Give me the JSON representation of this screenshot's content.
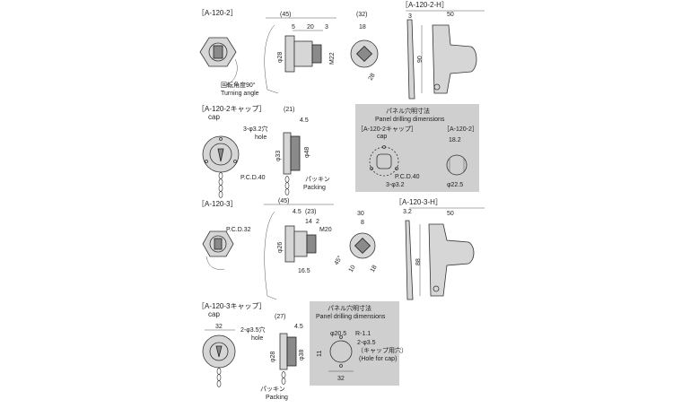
{
  "sections": {
    "a1202": "［A-120-2］",
    "a1202h": "［A-120-2-H］",
    "a1202cap": "［A-120-2キャップ］",
    "a1202cap_en": "cap",
    "a1203": "［A-120-3］",
    "a1203h": "［A-120-3-H］",
    "a1203cap": "［A-120-3キャップ］",
    "a1203cap_en": "cap"
  },
  "dims_a1202": {
    "d45": "(45)",
    "d5": "5",
    "d20": "20",
    "d3": "3",
    "d28": "φ28",
    "m22": "M22",
    "d32": "(32)",
    "d18": "18",
    "d28b": "28"
  },
  "rotation": {
    "ja": "回転角度90°",
    "en": "Turning angle"
  },
  "dims_a1202h": {
    "d3": "3",
    "d50": "50",
    "d90": "90"
  },
  "cap2": {
    "d21": "(21)",
    "d45": "4.5",
    "hole_ja": "3-φ3.2穴",
    "hole_en": "hole",
    "d33": "φ33",
    "d48": "φ48",
    "pcd": "P.C.D.40",
    "packing_ja": "パッキン",
    "packing_en": "Packing"
  },
  "panel2": {
    "title_ja": "パネル穴明寸法",
    "title_en": "Panel drilling dimensions",
    "left_ja": "［A-120-2キャップ］",
    "left_en": "cap",
    "right": "［A-120-2］",
    "d182": "18.2",
    "pcd": "P.C.D.40",
    "holes": "3-φ3.2",
    "d225": "φ22.5"
  },
  "dims_a1203": {
    "d45": "(45)",
    "d45b": "4.5",
    "d23": "(23)",
    "d14": "14",
    "d2": "2",
    "m20": "M20",
    "pcd": "P.C.D.32",
    "d26": "φ26",
    "d165": "16.5",
    "d30": "30",
    "d8": "8",
    "d45c": "45°",
    "d10": "10",
    "d18": "18"
  },
  "dims_a1203h": {
    "d32": "3.2",
    "d50": "50",
    "d88": "88"
  },
  "cap3": {
    "d32": "32",
    "d27": "(27)",
    "d45": "4.5",
    "hole_ja": "2-φ3.5穴",
    "hole_en": "hole",
    "d28": "φ28",
    "d38": "φ38",
    "packing_ja": "パッキン",
    "packing_en": "Packing"
  },
  "panel3": {
    "title_ja": "パネル穴明寸法",
    "title_en": "Panel drilling dimensions",
    "d205": "φ20.5",
    "r11": "R-1.1",
    "holes": "2-φ3.5",
    "cap_hole_ja": "（キャップ用穴）",
    "cap_hole_en": "(Hole for cap)",
    "d11": "11",
    "d32": "32"
  }
}
